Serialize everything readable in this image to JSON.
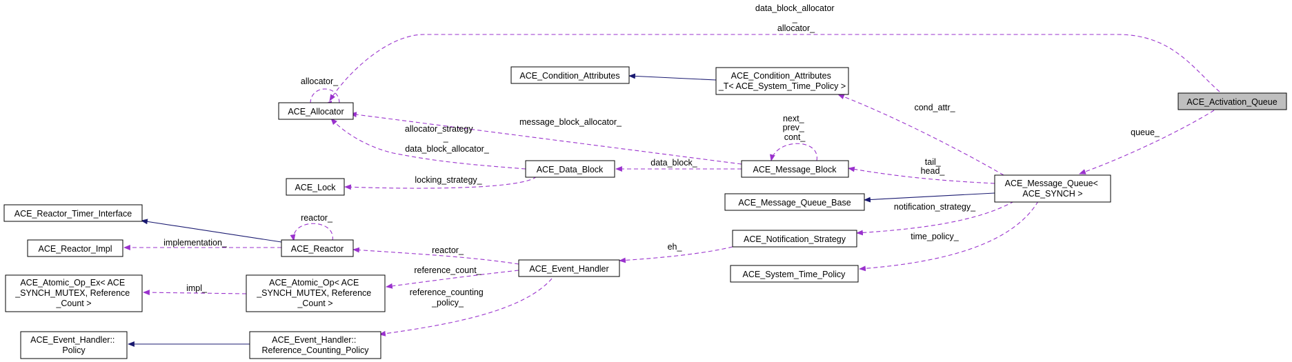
{
  "colors": {
    "usage_edge": "#9a32cd",
    "inheritance_edge": "#191970",
    "focus_node_fill": "#bfbfbf"
  },
  "nodes": {
    "activation_queue": [
      "ACE_Activation_Queue"
    ],
    "allocator": [
      "ACE_Allocator"
    ],
    "condition_attributes": [
      "ACE_Condition_Attributes"
    ],
    "condition_attributes_t": [
      "ACE_Condition_Attributes",
      "_T< ACE_System_Time_Policy >"
    ],
    "message_block": [
      "ACE_Message_Block"
    ],
    "data_block": [
      "ACE_Data_Block"
    ],
    "lock": [
      "ACE_Lock"
    ],
    "message_queue": [
      "ACE_Message_Queue<",
      "ACE_SYNCH >"
    ],
    "message_queue_base": [
      "ACE_Message_Queue_Base"
    ],
    "reactor_timer_interface": [
      "ACE_Reactor_Timer_Interface"
    ],
    "reactor": [
      "ACE_Reactor"
    ],
    "reactor_impl": [
      "ACE_Reactor_Impl"
    ],
    "notification_strategy": [
      "ACE_Notification_Strategy"
    ],
    "event_handler": [
      "ACE_Event_Handler"
    ],
    "system_time_policy": [
      "ACE_System_Time_Policy"
    ],
    "atomic_op_ex": [
      "ACE_Atomic_Op_Ex< ACE",
      "_SYNCH_MUTEX, Reference",
      "_Count >"
    ],
    "atomic_op": [
      "ACE_Atomic_Op< ACE",
      "_SYNCH_MUTEX, Reference",
      "_Count >"
    ],
    "event_handler_policy": [
      "ACE_Event_Handler::",
      "Policy"
    ],
    "reference_counting_policy": [
      "ACE_Event_Handler::",
      "Reference_Counting_Policy"
    ]
  },
  "edge_labels": {
    "data_block_allocator_top": [
      "data_block_allocator",
      "_",
      "allocator_"
    ],
    "allocator_self": [
      "allocator_"
    ],
    "message_block_allocator": [
      "message_block_allocator_"
    ],
    "allocator_strategy": [
      "allocator_strategy",
      "_",
      "data_block_allocator_"
    ],
    "next_prev_cont": [
      "next_",
      "prev_",
      "cont_"
    ],
    "data_block": [
      "data_block_"
    ],
    "locking_strategy": [
      "locking_strategy_"
    ],
    "cond_attr": [
      "cond_attr_"
    ],
    "queue": [
      "queue_"
    ],
    "tail_head": [
      "tail_",
      "head_"
    ],
    "notification_strategy": [
      "notification_strategy_"
    ],
    "eh": [
      "eh_"
    ],
    "time_policy": [
      "time_policy_"
    ],
    "reactor_self": [
      "reactor_"
    ],
    "implementation": [
      "implementation_"
    ],
    "reactor": [
      "reactor_"
    ],
    "reference_count": [
      "reference_count_"
    ],
    "impl": [
      "impl_"
    ],
    "reference_counting_policy": [
      "reference_counting",
      "_policy_"
    ]
  }
}
